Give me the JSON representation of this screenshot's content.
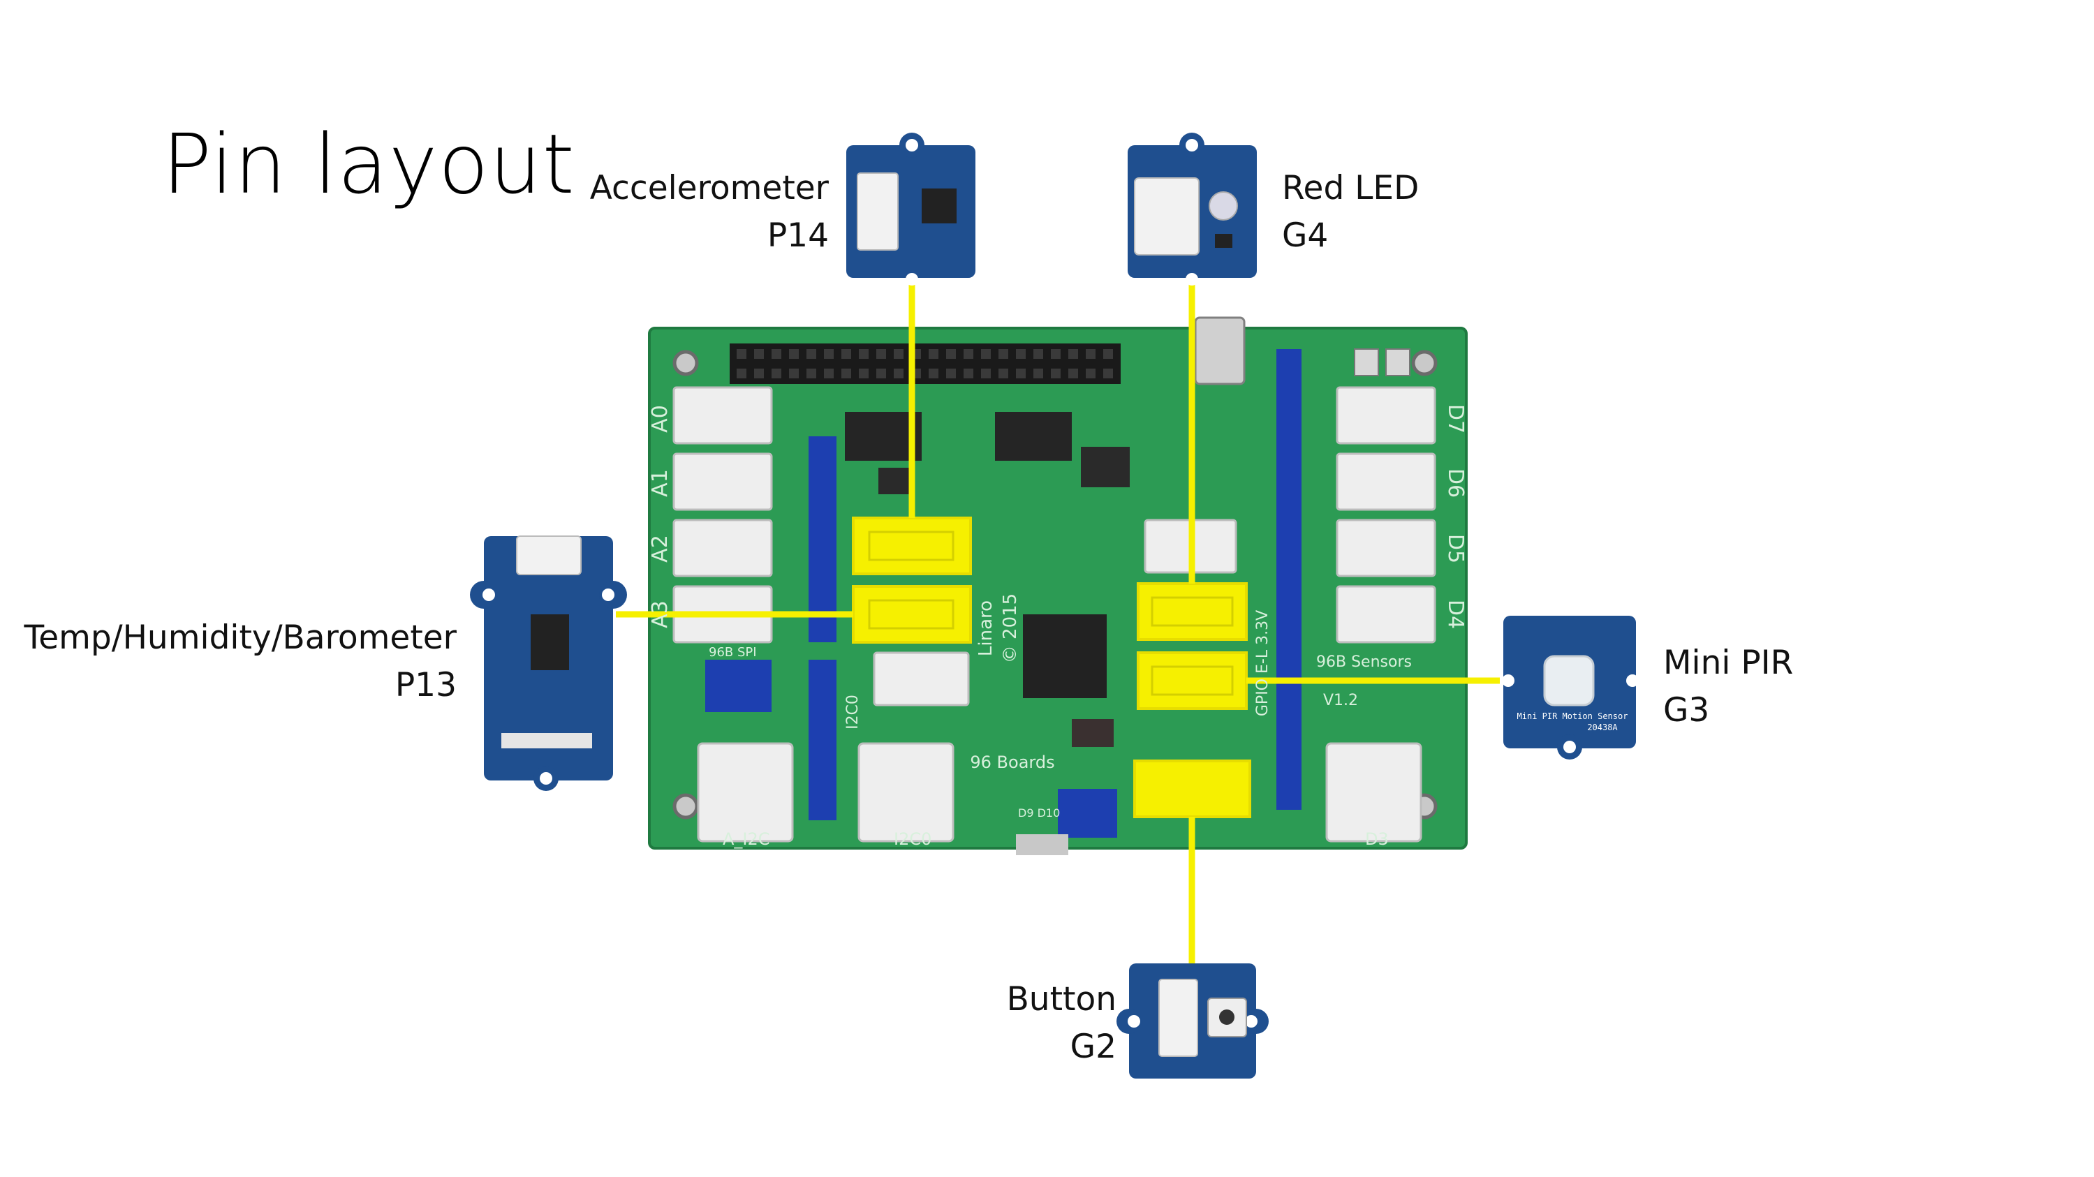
{
  "title": "Pin layout",
  "board": {
    "left_labels": [
      "A0",
      "A1",
      "A2",
      "A3"
    ],
    "right_labels": [
      "D7",
      "D6",
      "D5",
      "D4"
    ],
    "bottom_labels": [
      "A_I2C",
      "I2C0",
      "D3"
    ],
    "silkscreen": {
      "maker": "Linaro",
      "year": "© 2015",
      "brand": "96 Boards",
      "sensors": "96B Sensors",
      "version": "V1.2",
      "spi": "96B SPI",
      "i2c": "I2C0",
      "gpio": "GPIO E-L 3.3V",
      "d9d10": "D9 D10"
    }
  },
  "sensors": {
    "accelerometer": {
      "name": "Accelerometer",
      "pin": "P14"
    },
    "red_led": {
      "name": "Red LED",
      "pin": "G4"
    },
    "temp": {
      "name": "Temp/Humidity/Barometer",
      "pin": "P13"
    },
    "mini_pir": {
      "name": "Mini PIR",
      "pin": "G3",
      "module_text": "Mini PIR Motion Sensor",
      "module_code": "20438A"
    },
    "button": {
      "name": "Button",
      "pin": "G2"
    }
  },
  "colors": {
    "board_green": "#2c9b54",
    "module_blue": "#1f4f8f",
    "highlight_yellow": "#f6f000",
    "connector_white": "#eeeeee",
    "header_black": "#1a1a1a",
    "header_blue": "#1d3fb0"
  }
}
